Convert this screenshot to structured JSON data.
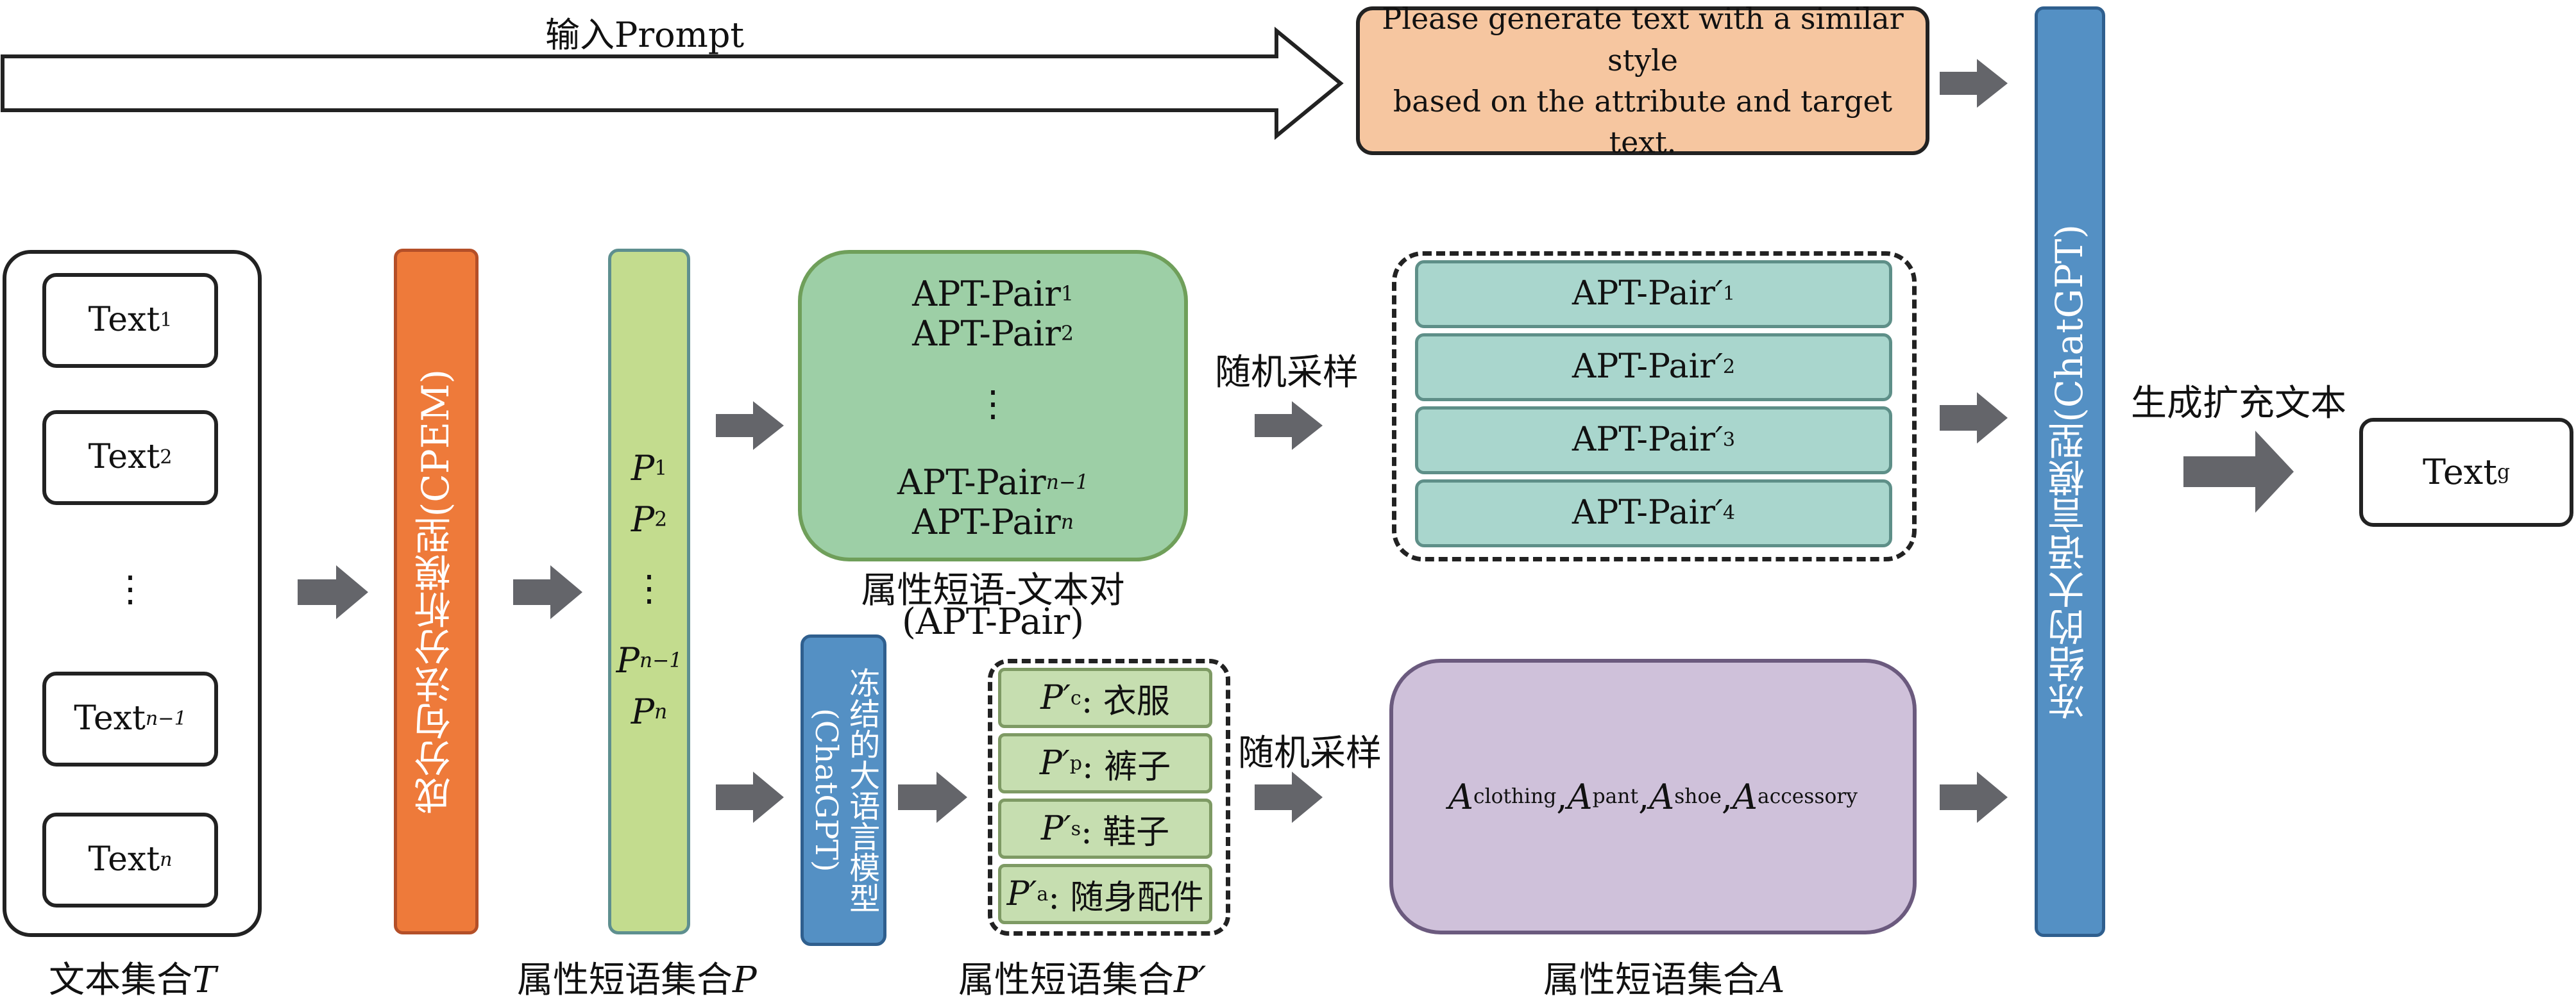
{
  "prompt": {
    "arrow_label": "输入Prompt",
    "box_line1": "Please generate text with a similar style",
    "box_line2": "based on the attribute and target text."
  },
  "text_set": {
    "items": [
      {
        "base": "Text",
        "sub": "1"
      },
      {
        "base": "Text",
        "sub": "2"
      },
      {
        "base": "Text",
        "sub": "n−1"
      },
      {
        "base": "Text",
        "sub": "n"
      }
    ],
    "dots": "⋮",
    "caption": "文本集合",
    "caption_var": "T"
  },
  "cpem": {
    "label": "成分句法分析模型(CPEM)"
  },
  "phrase_set_p": {
    "items": [
      {
        "base": "P",
        "sub": "1"
      },
      {
        "base": "P",
        "sub": "2"
      },
      {
        "base": "P",
        "sub": "n−1"
      },
      {
        "base": "P",
        "sub": "n"
      }
    ],
    "dots": "⋮",
    "caption": "属性短语集合",
    "caption_var": "P"
  },
  "apt_pairs": {
    "items": [
      {
        "base": "APT-Pair",
        "sub": "1"
      },
      {
        "base": "APT-Pair",
        "sub": "2"
      },
      {
        "base": "APT-Pair",
        "sub": "n−1"
      },
      {
        "base": "APT-Pair",
        "sub": "n"
      }
    ],
    "dots": "⋮",
    "caption_line1": "属性短语-文本对",
    "caption_line2": "(APT-Pair)"
  },
  "random_sample_1": "随机采样",
  "random_sample_2": "随机采样",
  "sampled_pairs": [
    {
      "base": "APT-Pair",
      "prime": "′",
      "sub": "1"
    },
    {
      "base": "APT-Pair",
      "prime": "′",
      "sub": "2"
    },
    {
      "base": "APT-Pair",
      "prime": "′",
      "sub": "3"
    },
    {
      "base": "APT-Pair",
      "prime": "′",
      "sub": "4"
    }
  ],
  "frozen_llm_small": {
    "line1": "冻结的大语言模型",
    "line2": "(ChatGPT)"
  },
  "phrase_set_p_prime": {
    "items": [
      {
        "base": "P",
        "prime": "′",
        "sub": "c",
        "text": ": 衣服"
      },
      {
        "base": "P",
        "prime": "′",
        "sub": "p",
        "text": ": 裤子"
      },
      {
        "base": "P",
        "prime": "′",
        "sub": "s",
        "text": ": 鞋子"
      },
      {
        "base": "P",
        "prime": "′",
        "sub": "a",
        "text": ": 随身配件"
      }
    ],
    "caption": "属性短语集合",
    "caption_var": "P′"
  },
  "attribute_set_a": {
    "items": [
      {
        "base": "A",
        "sub": "clothing",
        "sep": ", "
      },
      {
        "base": "A",
        "sub": "pant",
        "sep": ", "
      },
      {
        "base": "A",
        "sub": "shoe",
        "sep": ", "
      },
      {
        "base": "A",
        "sub": "accessory",
        "sep": ""
      }
    ],
    "caption": "属性短语集合",
    "caption_var": "A"
  },
  "frozen_llm_big": {
    "label": "冻结的大语言模型(ChatGPT)"
  },
  "generate_label": "生成扩充文本",
  "output": {
    "base": "Text",
    "sub": "g"
  },
  "colors": {
    "cpem": "#ee7a3a",
    "phrase_bar": "#c3dc8e",
    "apt_box": "#9dcfa6",
    "apt_sampled": "#a9d6cd",
    "llm": "#5490c4",
    "prompt_box": "#f6c6a0",
    "attribute_box": "#cfc1da",
    "arrow": "#64656a"
  }
}
